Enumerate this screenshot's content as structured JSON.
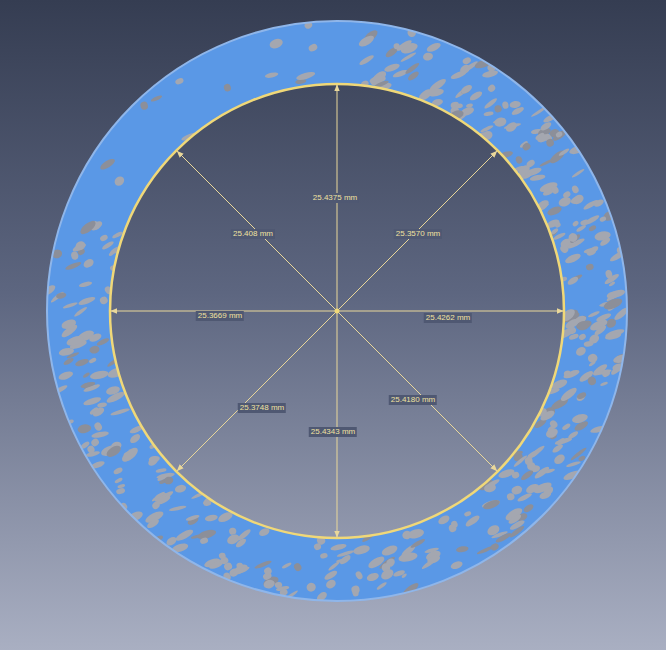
{
  "diagram": {
    "labels": [
      "25.4375 mm",
      "25.408 mm",
      "25.3570 mm",
      "25.3669 mm",
      "25.4262 mm",
      "25.3748 mm",
      "25.4180 mm",
      "25.4343 mm"
    ]
  }
}
